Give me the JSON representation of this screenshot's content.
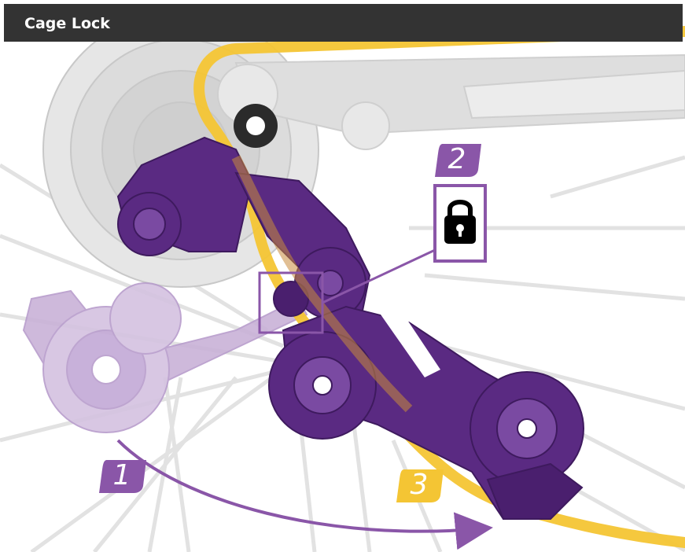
{
  "header": {
    "title": "Cage Lock"
  },
  "steps": [
    {
      "number": "1",
      "color": "#8a56a8"
    },
    {
      "number": "2",
      "color": "#8a56a8"
    },
    {
      "number": "3",
      "color": "#f4c534"
    }
  ],
  "icons": {
    "lock": "lock-icon"
  },
  "colors": {
    "header_bg": "#333333",
    "derailleur_purple": "#5a2a82",
    "highlight_purple": "#8a56a8",
    "chain_yellow": "#f4c534",
    "ghost_gray": "#d9d9d9"
  }
}
